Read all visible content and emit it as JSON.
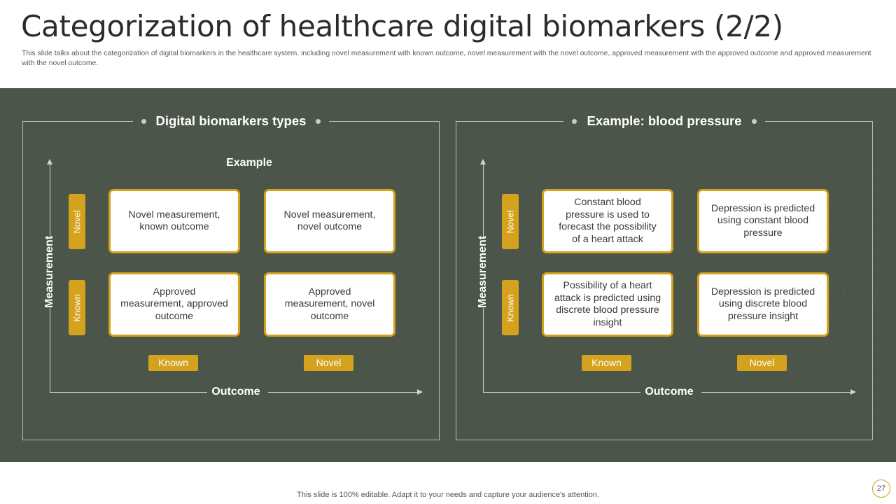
{
  "slide": {
    "title": "Categorization of healthcare digital biomarkers  (2/2)",
    "subtitle": "This slide talks about the categorization of digital biomarkers in the healthcare system, including novel measurement with known outcome, novel measurement with the novel outcome, approved measurement with the approved outcome and approved measurement with the novel outcome.",
    "footer": "This slide is 100% editable. Adapt it to your needs and capture your audience's attention.",
    "page_number": "27"
  },
  "colors": {
    "band": "#4b5549",
    "accent": "#d4a21c",
    "card": "#ffffff"
  },
  "panels": [
    {
      "title": "Digital biomarkers types",
      "example_label": "Example",
      "y_axis": "Measurement",
      "x_axis": "Outcome",
      "rows": [
        "Novel",
        "Known"
      ],
      "cols": [
        "Known",
        "Novel"
      ],
      "cells": [
        [
          "Novel measurement, known outcome",
          "Novel measurement, novel outcome"
        ],
        [
          "Approved measurement, approved outcome",
          "Approved measurement, novel outcome"
        ]
      ]
    },
    {
      "title": "Example: blood pressure",
      "example_label": "",
      "y_axis": "Measurement",
      "x_axis": "Outcome",
      "rows": [
        "Novel",
        "Known"
      ],
      "cols": [
        "Known",
        "Novel"
      ],
      "cells": [
        [
          "Constant blood pressure is used to forecast the possibility of a heart attack",
          "Depression is predicted using constant blood pressure"
        ],
        [
          "Possibility of a heart attack is predicted using discrete blood pressure insight",
          "Depression is predicted using discrete blood pressure insight"
        ]
      ]
    }
  ]
}
